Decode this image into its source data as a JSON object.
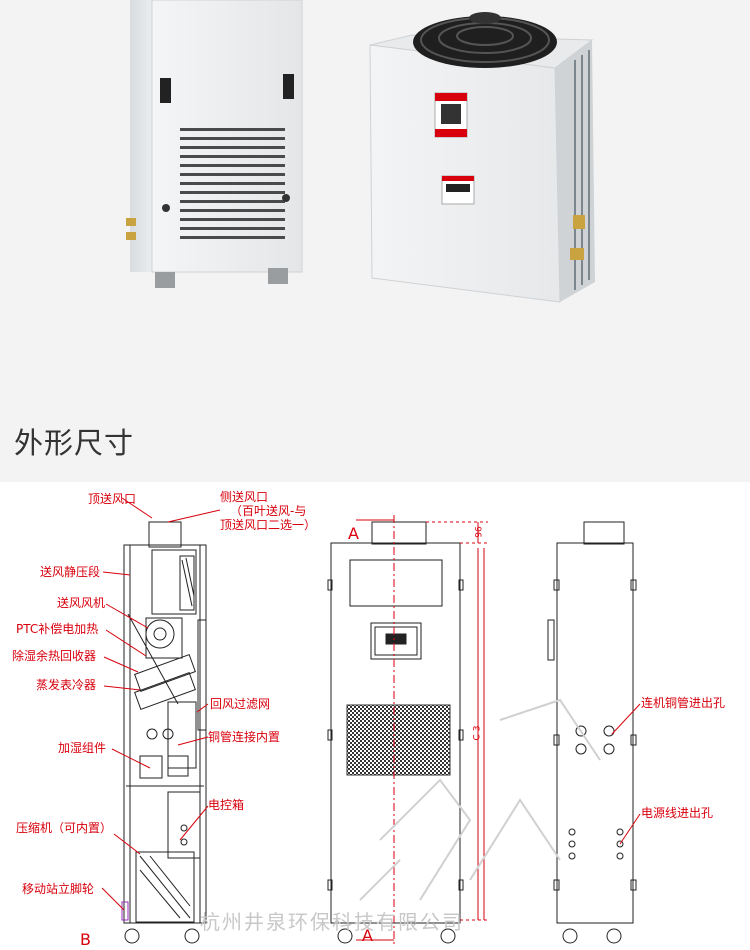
{
  "section_title": "外形尺寸",
  "labels": {
    "top_outlet": "顶送风口",
    "side_outlet_l1": "侧送风口",
    "side_outlet_l2": "（百叶送风-与",
    "side_outlet_l3": "顶送风口二选一）",
    "static_pressure": "送风静压段",
    "supply_fan": "送风风机",
    "ptc_heater": "PTC补偿电加热",
    "heat_recovery": "除湿余热回收器",
    "evaporator": "蒸发表冷器",
    "return_filter": "回风过滤网",
    "copper_pipe_inner": "铜管连接内置",
    "humidifier": "加湿组件",
    "control_box": "电控箱",
    "compressor": "压缩机（可内置）",
    "caster": "移动站立脚轮",
    "pipe_inlet_hole": "连机铜管进出孔",
    "power_inlet_hole": "电源线进出孔",
    "section_a_top": "A",
    "section_a_bottom": "A",
    "section_b": "B",
    "dim_96": "96",
    "dim_c3": "C 3"
  },
  "watermark": "杭州井泉环保科技有限公司",
  "colors": {
    "annotation": "#d8000c",
    "photo_background": "#f3f3f3",
    "title_text": "#333333"
  }
}
